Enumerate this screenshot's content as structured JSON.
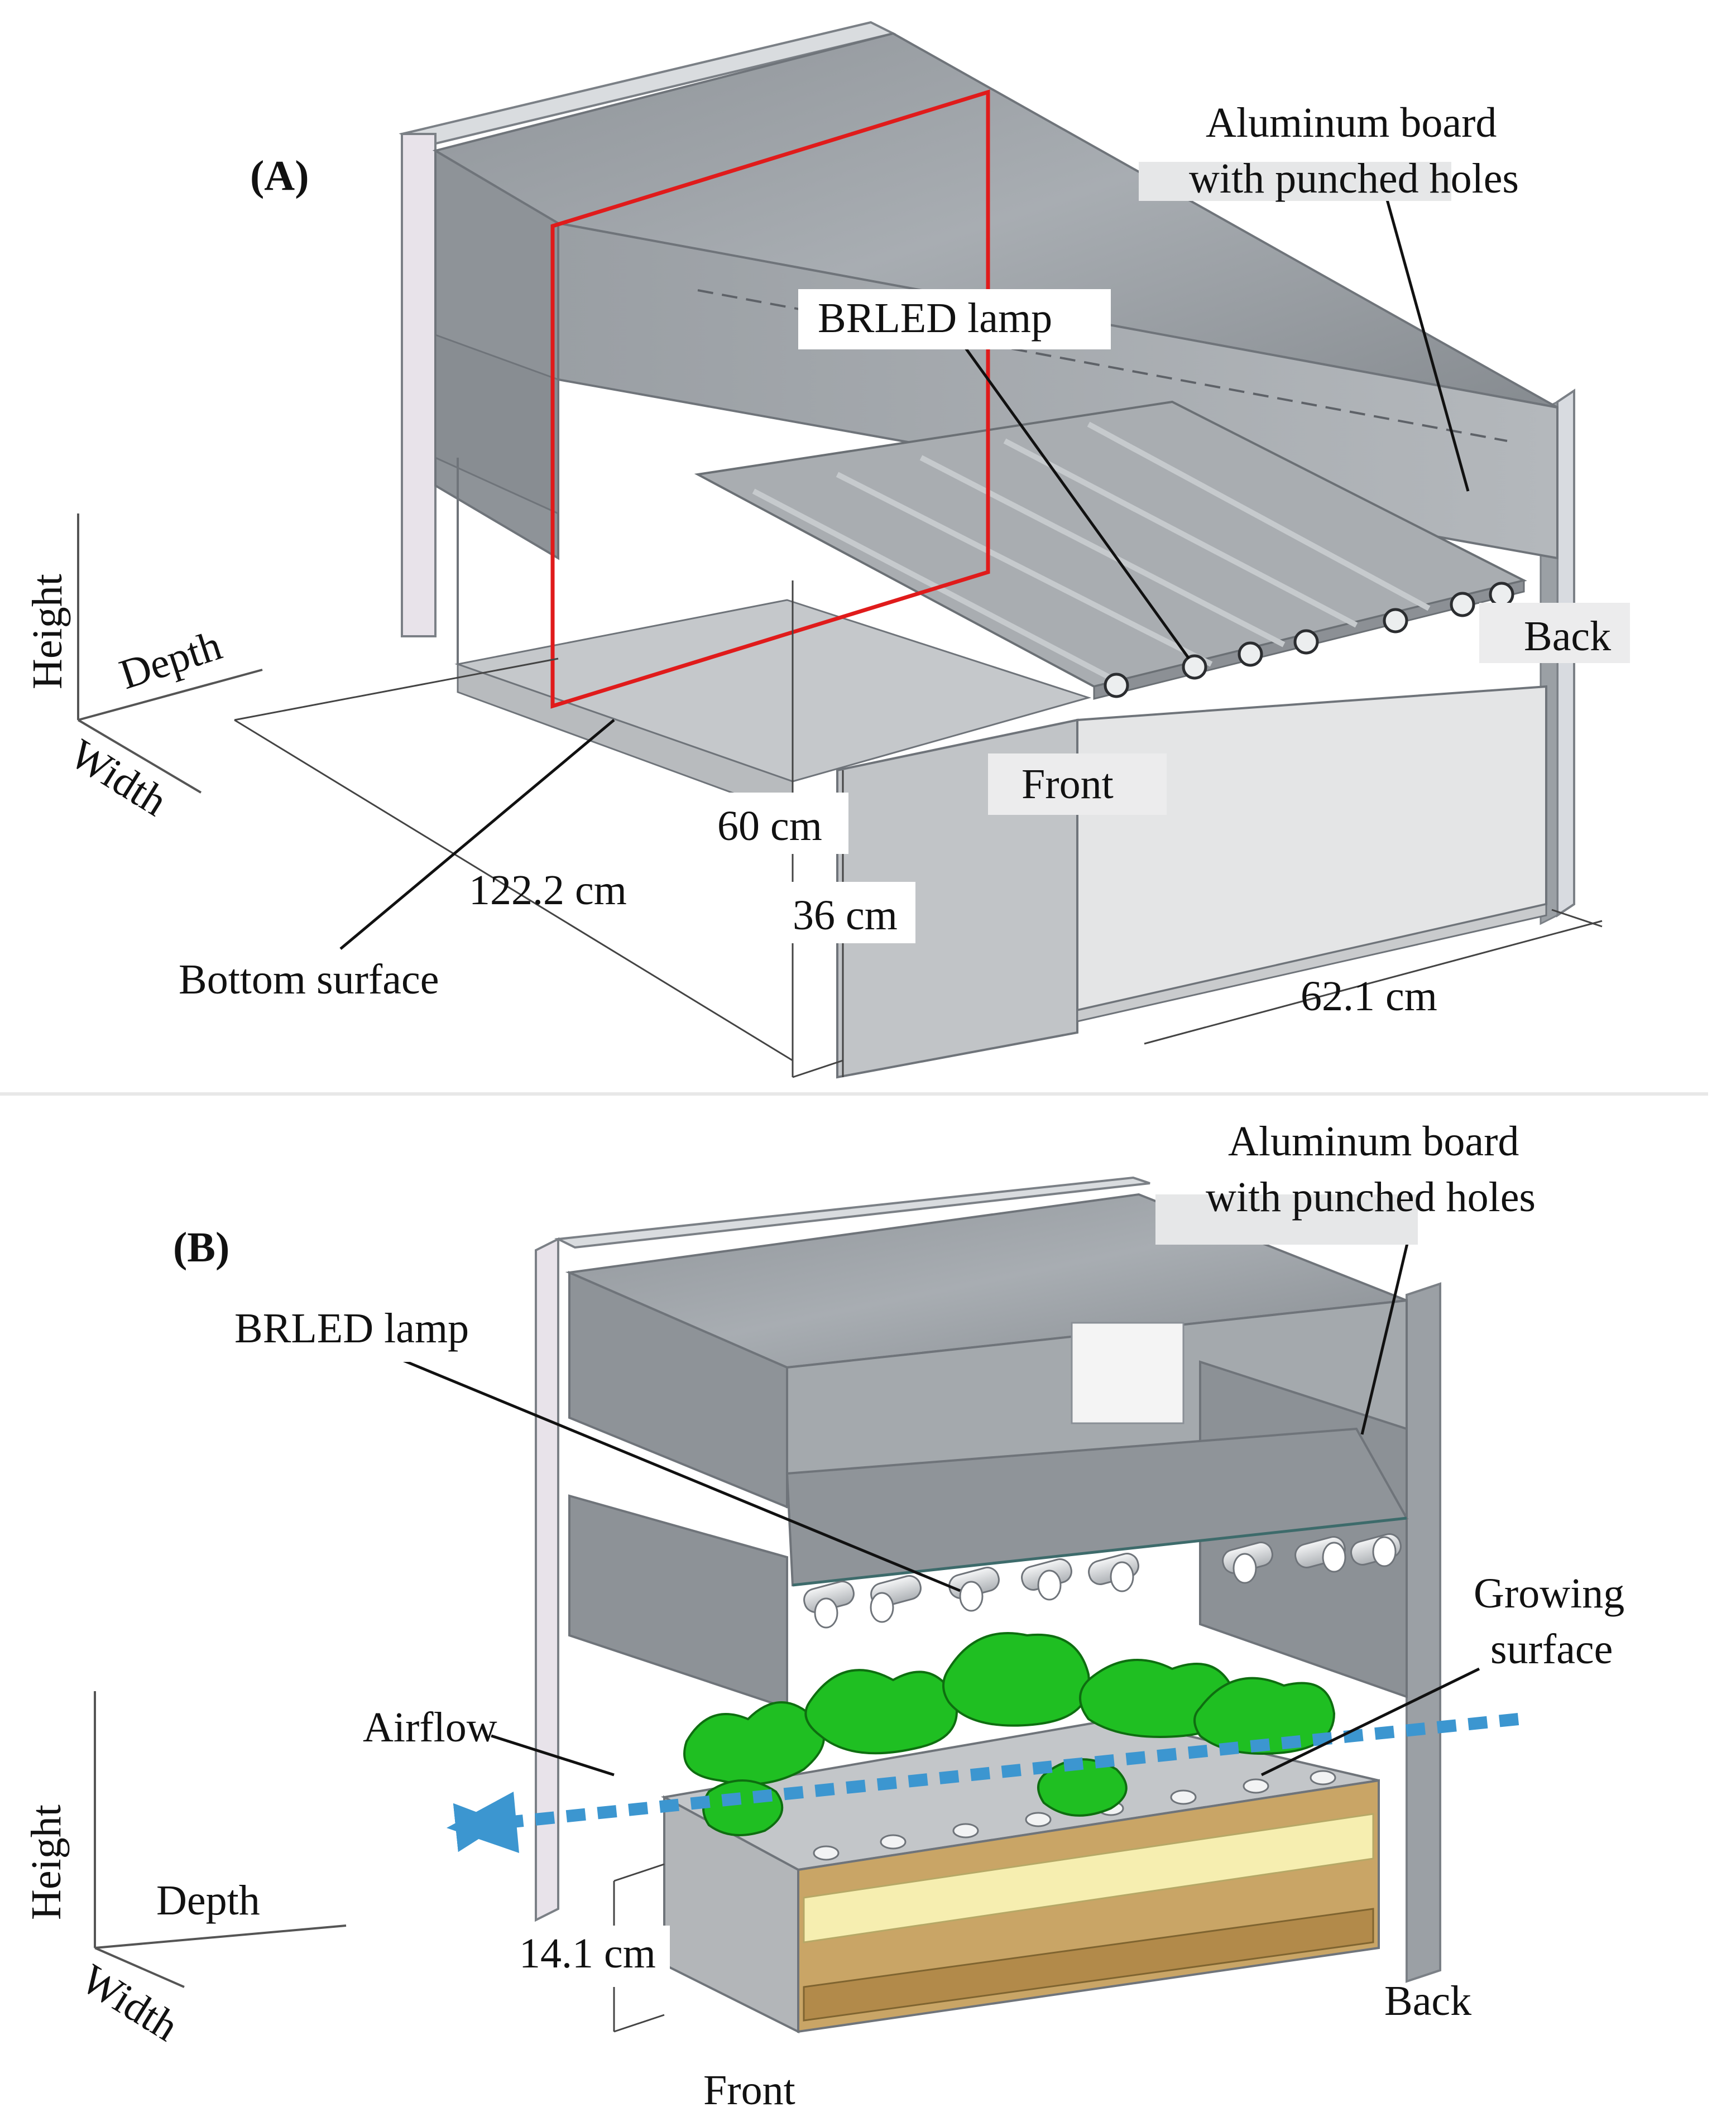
{
  "panel_a": {
    "tag": "(A)",
    "labels": {
      "board_line1": "Aluminum board",
      "board_line2": "with punched holes",
      "lamp": "BRLED lamp",
      "back": "Back",
      "front": "Front",
      "bottom": "Bottom surface"
    },
    "axes": {
      "height": "Height",
      "depth": "Depth",
      "width": "Width"
    },
    "dimensions": {
      "length": "122.2 cm",
      "depth": "60 cm",
      "height": "36 cm",
      "width": "62.1 cm"
    }
  },
  "panel_b": {
    "tag": "(B)",
    "labels": {
      "board_line1": "Aluminum board",
      "board_line2": "with punched holes",
      "lamp": "BRLED lamp",
      "growing_line1": "Growing",
      "growing_line2": "surface",
      "airflow": "Airflow",
      "back": "Back",
      "front": "Front"
    },
    "axes": {
      "height": "Height",
      "depth": "Depth",
      "width": "Width"
    },
    "dimensions": {
      "height": "14.1 cm"
    }
  },
  "colors": {
    "frame_edge": "#8a8f96",
    "panel_gray": "#9ea3a8",
    "panel_dark": "#7d8287",
    "cut_plane": "#e01b1b",
    "airflow": "#3c96d0",
    "plants": "#1fbf22",
    "foam": "#f6eeb0",
    "tray_wood": "#c9a566"
  }
}
